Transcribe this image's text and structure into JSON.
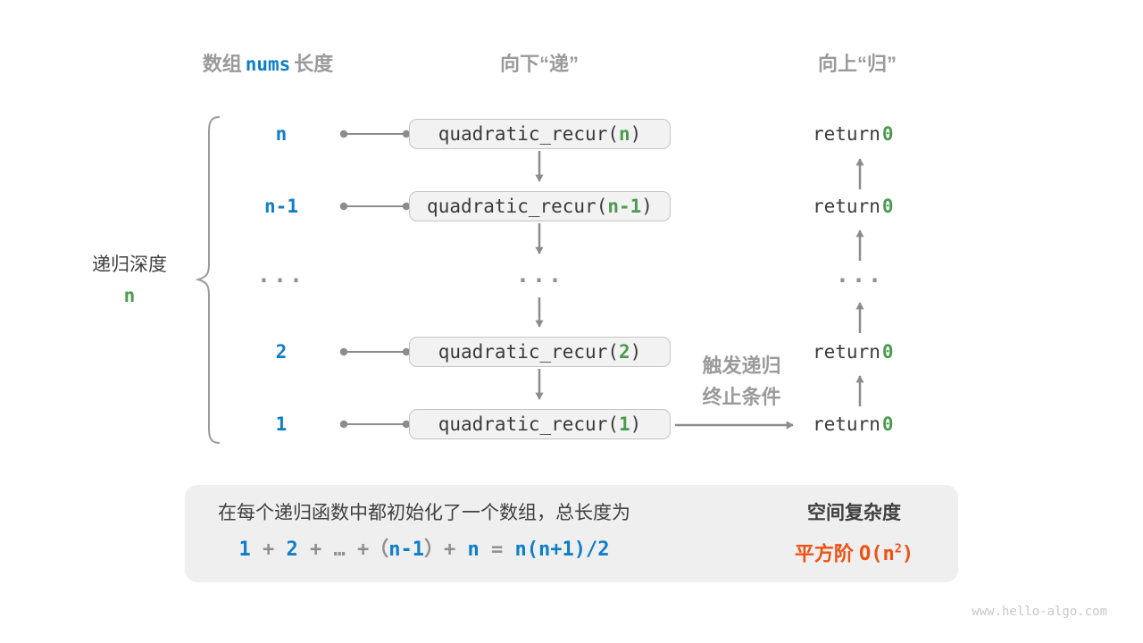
{
  "headers": {
    "left": {
      "prefix": "数组",
      "code": "nums",
      "suffix": "长度"
    },
    "middle": "向下“递”",
    "right": "向上“归”"
  },
  "left_label": {
    "title": "递归深度",
    "value": "n"
  },
  "code": {
    "call_prefix": "quadratic_recur(",
    "call_suffix": ")",
    "return_keyword": "return",
    "return_value": "0"
  },
  "rows": [
    {
      "depth": "n",
      "arg": "n"
    },
    {
      "depth": "n-1",
      "arg": "n-1"
    },
    {
      "ellipsis": "..."
    },
    {
      "depth": "2",
      "arg": "2"
    },
    {
      "depth": "1",
      "arg": "1"
    }
  ],
  "annotation": {
    "line1": "触发递归",
    "line2": "终止条件"
  },
  "summary": {
    "line1": "在每个递归函数中都初始化了一个数组，总长度为",
    "tokens": [
      "1",
      "+",
      "2",
      "+",
      "…",
      "+（",
      "n-1",
      "）+",
      "n",
      "=",
      "n(n+1)/2"
    ],
    "result_title": "空间复杂度",
    "result_label": "平方阶",
    "result_o_prefix": "O(n",
    "result_exponent": "2",
    "result_close": ")"
  },
  "watermark": "www.hello-algo.com",
  "colors": {
    "accent_blue": "#0e7ec9",
    "accent_green": "#4c9b50",
    "accent_orange": "#ee5113",
    "gray_label": "#9a9a9a",
    "dark_text": "#3f3f3f",
    "arrow_gray": "#8c8c8c",
    "box_fill": "#f2f2f2",
    "summary_fill": "#efefef"
  }
}
